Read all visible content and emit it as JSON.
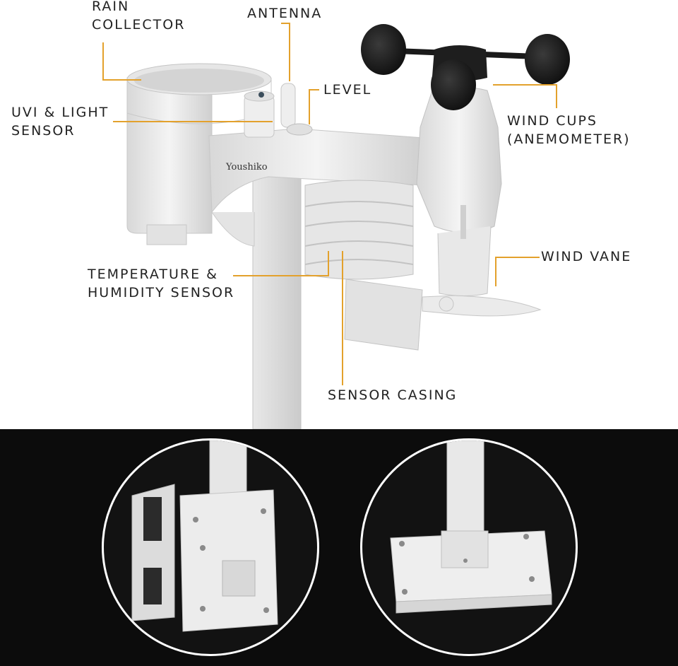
{
  "labels": {
    "rain_collector": [
      "RAIN",
      "COLLECTOR"
    ],
    "antenna": "ANTENNA",
    "level": "LEVEL",
    "uvi_light": [
      "UVI & LIGHT",
      "SENSOR"
    ],
    "wind_cups": [
      "WIND CUPS",
      "(ANEMOMETER)"
    ],
    "wind_vane": "WIND VANE",
    "temp_humidity": [
      "TEMPERATURE &",
      "HUMIDITY SENSOR"
    ],
    "sensor_casing": "SENSOR CASING"
  },
  "brand": "Youshiko",
  "colors": {
    "leader_line": "#e3a12c",
    "product_body": "#ececec",
    "cups": "#1a1a1a",
    "bottom_background": "#0c0c0c"
  }
}
